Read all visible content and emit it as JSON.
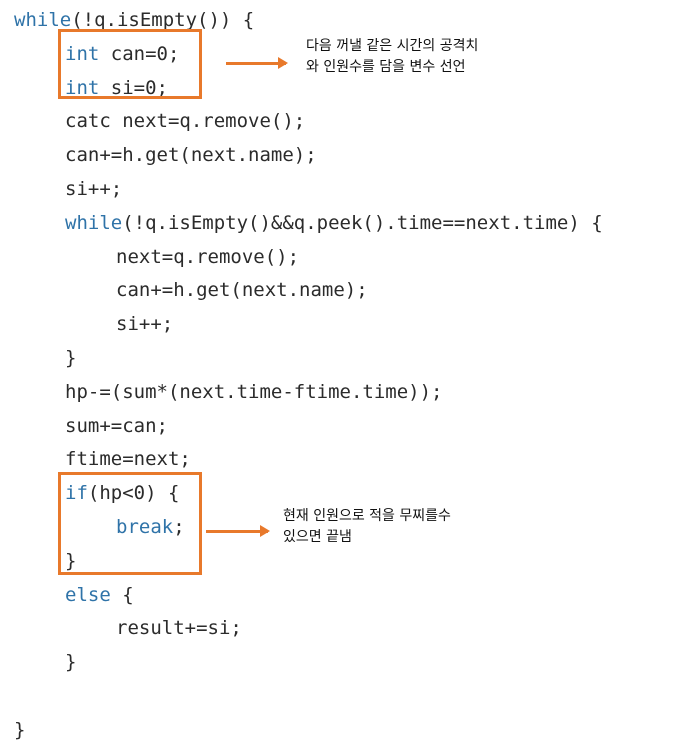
{
  "code": {
    "lines": [
      {
        "indent": 0,
        "tokens": [
          {
            "t": "while",
            "kw": true
          },
          {
            "t": "(!q.isEmpty()) {"
          }
        ]
      },
      {
        "indent": 1,
        "tokens": [
          {
            "t": "int",
            "kw": true
          },
          {
            "t": " can="
          },
          {
            "t": "0"
          },
          {
            "t": ";"
          }
        ]
      },
      {
        "indent": 1,
        "tokens": [
          {
            "t": "int",
            "kw": true
          },
          {
            "t": " si="
          },
          {
            "t": "0"
          },
          {
            "t": ";"
          }
        ]
      },
      {
        "indent": 1,
        "tokens": [
          {
            "t": "catc next=q.remove();"
          }
        ]
      },
      {
        "indent": 1,
        "tokens": [
          {
            "t": "can+=h.get(next.name);"
          }
        ]
      },
      {
        "indent": 1,
        "tokens": [
          {
            "t": "si++;"
          }
        ]
      },
      {
        "indent": 1,
        "tokens": [
          {
            "t": "while",
            "kw": true
          },
          {
            "t": "(!q.isEmpty()&&q.peek().time==next.time) {"
          }
        ]
      },
      {
        "indent": 2,
        "tokens": [
          {
            "t": "next=q.remove();"
          }
        ]
      },
      {
        "indent": 2,
        "tokens": [
          {
            "t": "can+=h.get(next.name);"
          }
        ]
      },
      {
        "indent": 2,
        "tokens": [
          {
            "t": "si++;"
          }
        ]
      },
      {
        "indent": 1,
        "tokens": [
          {
            "t": "}"
          }
        ]
      },
      {
        "indent": 1,
        "tokens": [
          {
            "t": "hp-=(sum*(next.time-ftime.time));"
          }
        ]
      },
      {
        "indent": 1,
        "tokens": [
          {
            "t": "sum+=can;"
          }
        ]
      },
      {
        "indent": 1,
        "tokens": [
          {
            "t": "ftime=next;"
          }
        ]
      },
      {
        "indent": 1,
        "tokens": [
          {
            "t": "if",
            "kw": true
          },
          {
            "t": "(hp<"
          },
          {
            "t": "0"
          },
          {
            "t": ") {"
          }
        ]
      },
      {
        "indent": 2,
        "tokens": [
          {
            "t": "break",
            "kw": true
          },
          {
            "t": ";"
          }
        ]
      },
      {
        "indent": 1,
        "tokens": [
          {
            "t": "}"
          }
        ]
      },
      {
        "indent": 1,
        "tokens": [
          {
            "t": "else",
            "kw": true
          },
          {
            "t": " {"
          }
        ]
      },
      {
        "indent": 2,
        "tokens": [
          {
            "t": "result+=si;"
          }
        ]
      },
      {
        "indent": 1,
        "tokens": [
          {
            "t": "}"
          }
        ]
      },
      {
        "indent": 0,
        "tokens": [
          {
            "t": ""
          }
        ]
      },
      {
        "indent": 0,
        "tokens": [
          {
            "t": "}"
          }
        ]
      }
    ]
  },
  "annotations": {
    "first": {
      "line1": "다음 꺼낼 같은 시간의 공격치",
      "line2": "와 인원수를 담을 변수 선언"
    },
    "second": {
      "line1": "현재 인원으로 적을 무찌를수",
      "line2": "있으면 끝냄"
    }
  },
  "colors": {
    "keyword": "#2f73a8",
    "text": "#2b2b2b",
    "highlight": "#e8792b",
    "background": "#ffffff"
  }
}
